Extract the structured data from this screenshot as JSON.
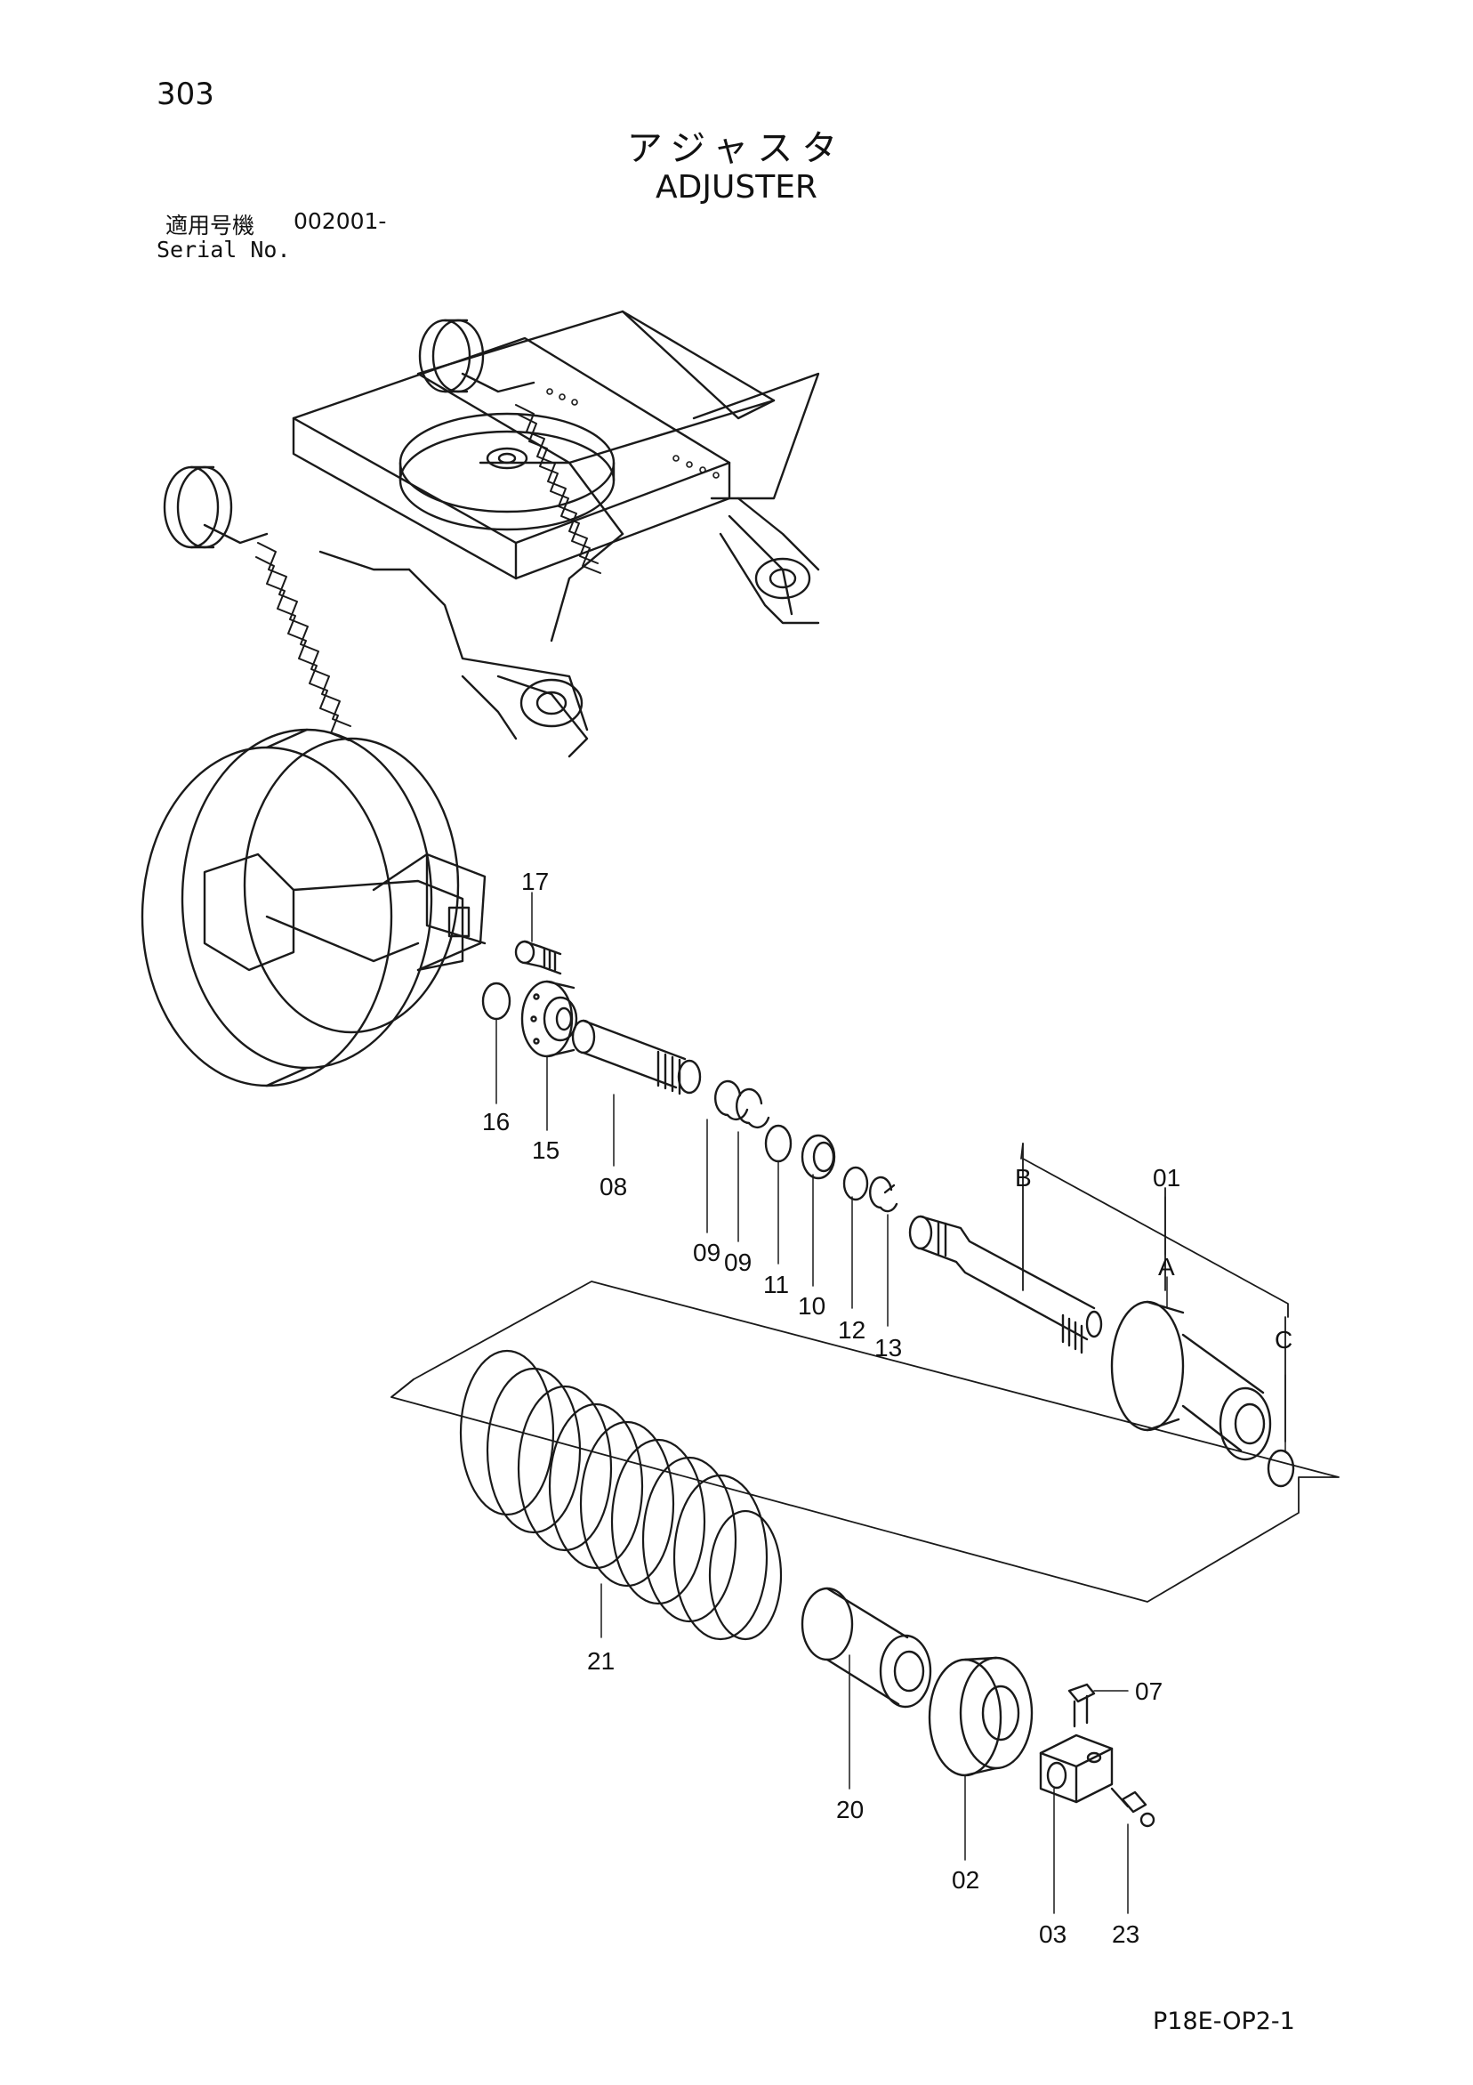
{
  "header": {
    "page_number": "303",
    "title_jp": "アジャスタ",
    "title_en": "ADJUSTER",
    "serial_label_jp": "適用号機",
    "serial_value": "002001-",
    "serial_label_en": "Serial No."
  },
  "callouts": {
    "p01": "01",
    "p02": "02",
    "p03": "03",
    "p07": "07",
    "p08": "08",
    "p09a": "09",
    "p09b": "09",
    "p10": "10",
    "p11": "11",
    "p12": "12",
    "p13": "13",
    "p15": "15",
    "p16": "16",
    "p17": "17",
    "p20": "20",
    "p21": "21",
    "p23": "23",
    "refA": "A",
    "refB": "B",
    "refC": "C"
  },
  "footer": {
    "drawing_code": "P18E-OP2-1"
  }
}
